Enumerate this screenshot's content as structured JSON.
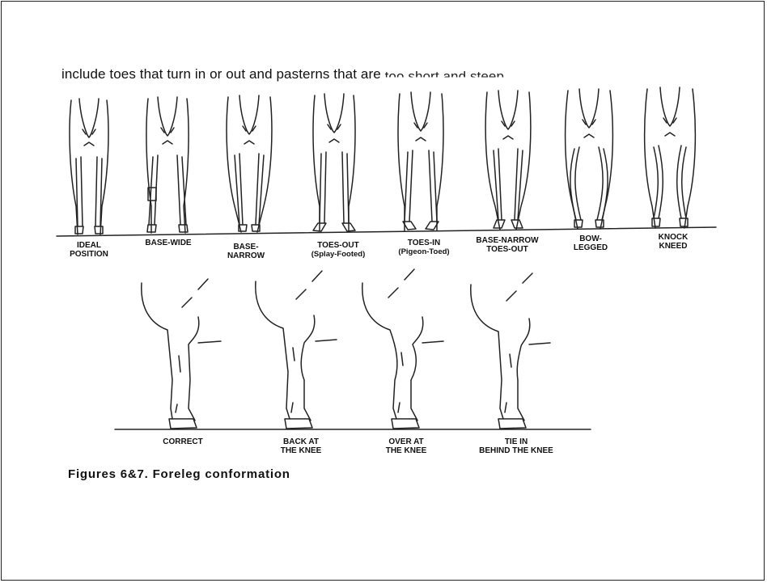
{
  "intro": {
    "text": "include toes that turn in or out  and pasterns that are",
    "faded_text": "too short and steep."
  },
  "front_view": [
    {
      "line1": "IDEAL",
      "line2": "POSITION"
    },
    {
      "line1": "BASE-WIDE",
      "line2": ""
    },
    {
      "line1": "BASE-",
      "line2": "NARROW"
    },
    {
      "line1": "TOES-OUT",
      "line2": "(Splay-Footed)"
    },
    {
      "line1": "TOES-IN",
      "line2": "(Pigeon-Toed)"
    },
    {
      "line1": "BASE-NARROW",
      "line2": "TOES-OUT"
    },
    {
      "line1": "BOW-",
      "line2": "LEGGED"
    },
    {
      "line1": "KNOCK",
      "line2": "KNEED"
    }
  ],
  "side_view": [
    {
      "line1": "CORRECT",
      "line2": ""
    },
    {
      "line1": "BACK AT",
      "line2": "THE KNEE"
    },
    {
      "line1": "OVER AT",
      "line2": "THE KNEE"
    },
    {
      "line1": "TIE IN",
      "line2": "BEHIND THE KNEE"
    }
  ],
  "caption": "Figures 6&7. Foreleg conformation"
}
